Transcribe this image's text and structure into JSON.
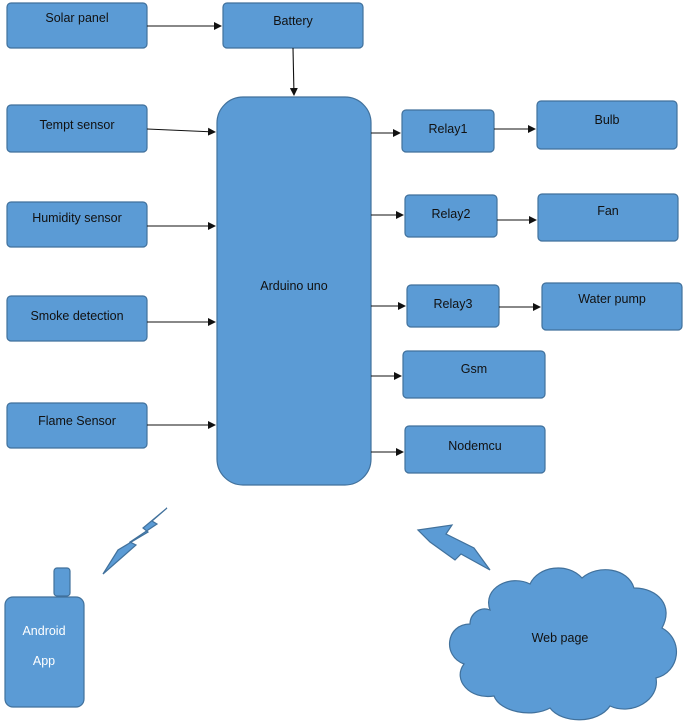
{
  "diagram": {
    "nodes": {
      "solar_panel": "Solar panel",
      "battery": "Battery",
      "tempt_sensor": "Tempt sensor",
      "humidity_sensor": "Humidity sensor",
      "smoke_detection": "Smoke detection",
      "flame_sensor": "Flame Sensor",
      "arduino": "Arduino uno",
      "relay1": "Relay1",
      "relay2": "Relay2",
      "relay3": "Relay3",
      "bulb": "Bulb",
      "fan": "Fan",
      "water_pump": "Water pump",
      "gsm": "Gsm",
      "nodemcu": "Nodemcu",
      "android_line1": "Android",
      "android_line2": "App",
      "web_page": "Web page"
    },
    "colors": {
      "box_fill": "#5b9bd5",
      "box_stroke": "#41719c",
      "text": "#111111",
      "arrow": "#111111"
    }
  }
}
